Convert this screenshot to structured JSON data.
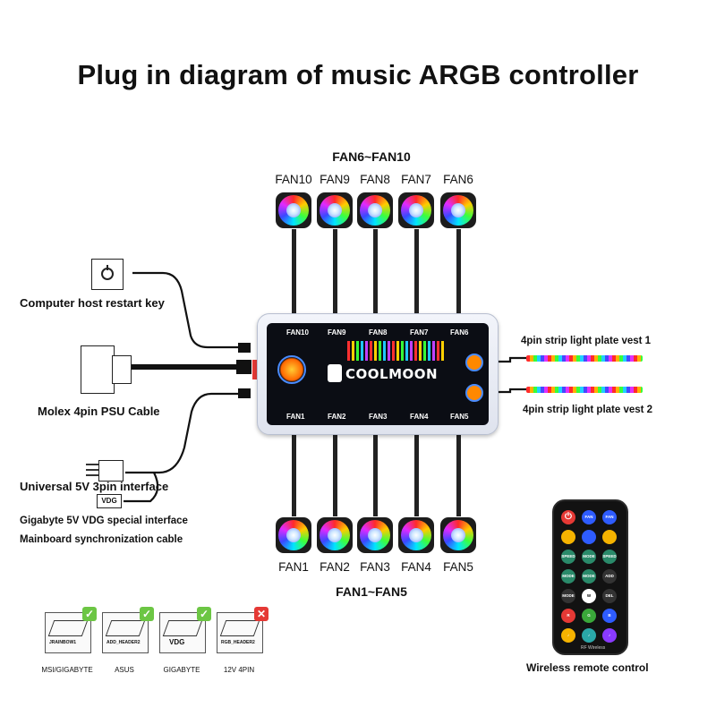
{
  "title": "Plug in diagram of music ARGB controller",
  "top_group_label": "FAN6~FAN10",
  "bottom_group_label": "FAN1~FAN5",
  "top_fans": [
    "FAN10",
    "FAN9",
    "FAN8",
    "FAN7",
    "FAN6"
  ],
  "bottom_fans": [
    "FAN1",
    "FAN2",
    "FAN3",
    "FAN4",
    "FAN5"
  ],
  "controller": {
    "brand": "COOLMOON",
    "top_ports": [
      "FAN10",
      "FAN9",
      "FAN8",
      "FAN7",
      "FAN6"
    ],
    "bottom_ports": [
      "FAN1",
      "FAN2",
      "FAN3",
      "FAN4",
      "FAN5"
    ]
  },
  "left_labels": {
    "restart_key": "Computer host restart key",
    "molex": "Molex 4pin PSU Cable",
    "universal": "Universal 5V 3pin interface",
    "vdg_tag": "VDG",
    "gigabyte_vdg": "Gigabyte 5V VDG special interface",
    "mainboard_sync": "Mainboard synchronization cable"
  },
  "right_labels": {
    "strip1": "4pin strip light plate vest 1",
    "strip2": "4pin strip light plate vest 2",
    "remote": "Wireless remote control"
  },
  "compatibility": [
    {
      "brand": "MSI/GIGABYTE",
      "header": "JRAINBOW1",
      "supported": true
    },
    {
      "brand": "ASUS",
      "header": "ADD_HEADER2",
      "supported": true
    },
    {
      "brand": "GIGABYTE",
      "header": "VDG",
      "supported": true
    },
    {
      "brand": "12V 4PIN",
      "header": "RGB_HEADER2",
      "supported": false
    }
  ],
  "remote_buttons": [
    "FAN",
    "FAN",
    "SPEED",
    "MODE",
    "SPEED",
    "MODE",
    "MODE",
    "ADD",
    "MODE",
    "W",
    "DEL",
    "R",
    "G",
    "B"
  ],
  "remote_brand": "RF Wireless",
  "colors": {
    "check_ok": "#6cc644",
    "check_no": "#e53935",
    "controller_accent": "#4a8cff"
  }
}
